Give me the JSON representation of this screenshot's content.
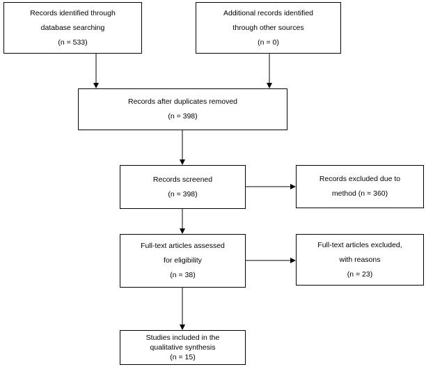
{
  "boxes": {
    "identified_db": [
      "Records identified through",
      "database searching",
      "(n = 533)"
    ],
    "identified_other": [
      "Additional records identified",
      "through other sources",
      "(n = 0)"
    ],
    "after_duplicates": [
      "Records after duplicates removed",
      "(n = 398)"
    ],
    "screened": [
      "Records screened",
      "(n = 398)"
    ],
    "excluded_method": [
      "Records excluded due to",
      "method (n = 360)"
    ],
    "fulltext_assessed": [
      "Full-text articles assessed",
      "for eligibility",
      "(n = 38)"
    ],
    "fulltext_excluded": [
      "Full-text articles excluded,",
      "with reasons",
      "(n = 23)"
    ],
    "included": [
      "Studies included in the",
      "qualitative synthesis",
      "(n = 15)"
    ]
  }
}
